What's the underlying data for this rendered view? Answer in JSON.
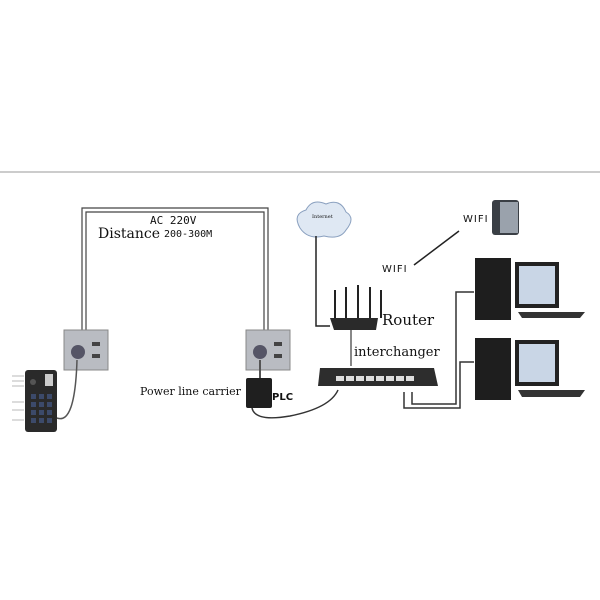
{
  "labels": {
    "ac": "AC 220V",
    "distance": "Distance",
    "distance_range": "200-300M",
    "internet": "Internet",
    "wifi_phone": "WIFI",
    "wifi_router": "WIFI",
    "router": "Router",
    "interchanger": "interchanger",
    "power_line_carrier": "Power line carrier",
    "plc": "PLC"
  },
  "colors": {
    "wire": "#333333",
    "panel": "#b9bcc2",
    "device": "#2a2a2a",
    "cloud": "#dfe8f3"
  }
}
